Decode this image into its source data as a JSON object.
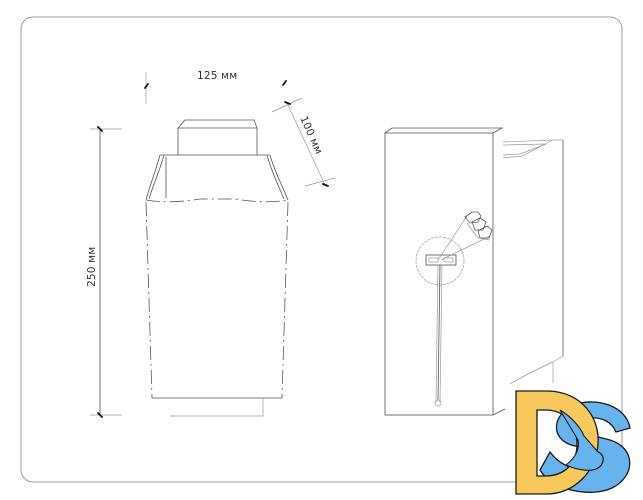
{
  "diagram": {
    "type": "product-dimension-drawing",
    "frame": {
      "border_color": "#9e9e9e",
      "corner_radius": 12
    },
    "dimensions": {
      "width_label": "125 мм",
      "depth_label": "100 мм",
      "height_label": "250 мм"
    },
    "views": [
      {
        "name": "front-view",
        "description": "Tapered lamp housing with top cap and base"
      },
      {
        "name": "mounted-view",
        "description": "Wall-mounted box with cable, connector and terminal block detail"
      }
    ],
    "logo": {
      "text": "DS",
      "colors": {
        "d": "#f7c95c",
        "s": "#66b3ee",
        "outline": "#1a1a1a"
      }
    }
  }
}
